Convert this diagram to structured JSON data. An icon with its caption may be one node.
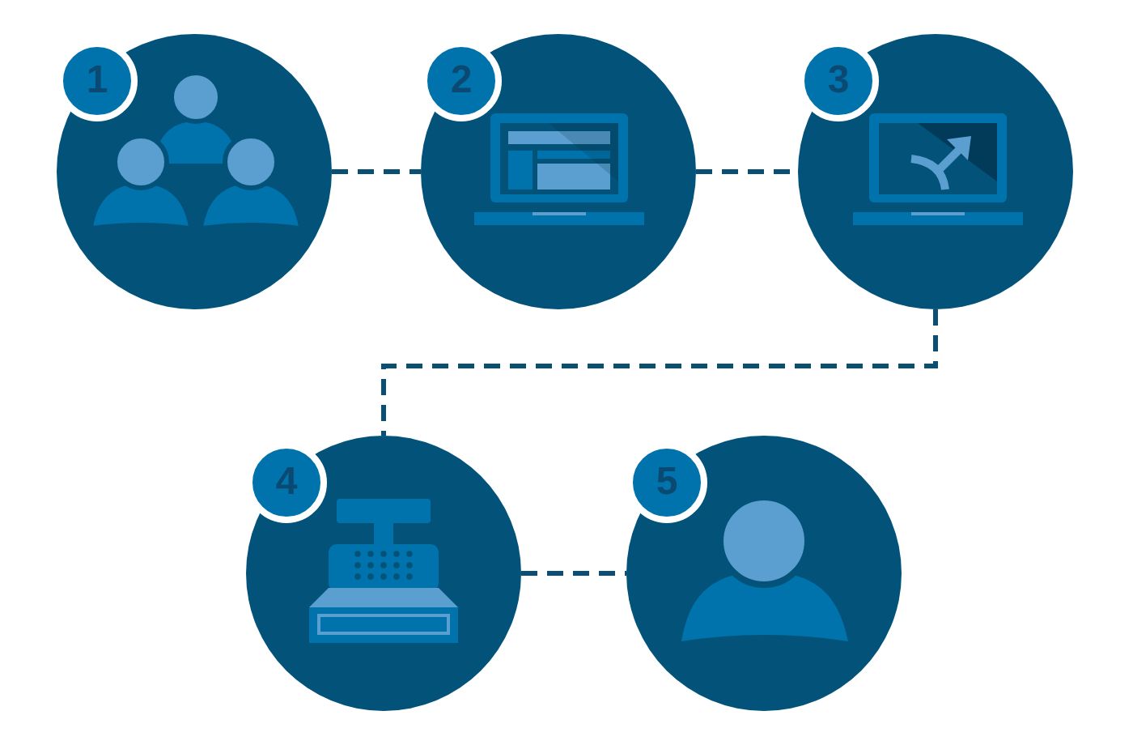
{
  "diagram": {
    "nodes": [
      {
        "text": [
          "1"
        ]
      },
      {
        "text": [
          "2"
        ]
      },
      {
        "text": [
          "3"
        ]
      },
      {
        "text": [
          "4"
        ]
      },
      {
        "text": [
          "5"
        ]
      }
    ],
    "edges": [
      {
        "from": 0,
        "to": 1,
        "arrow": "none",
        "style": "dashed"
      },
      {
        "from": 1,
        "to": 2,
        "arrow": "none",
        "style": "dashed"
      },
      {
        "from": 2,
        "to": 3,
        "arrow": "none",
        "style": "dashed"
      },
      {
        "from": 3,
        "to": 4,
        "arrow": "none",
        "style": "dashed"
      }
    ]
  }
}
